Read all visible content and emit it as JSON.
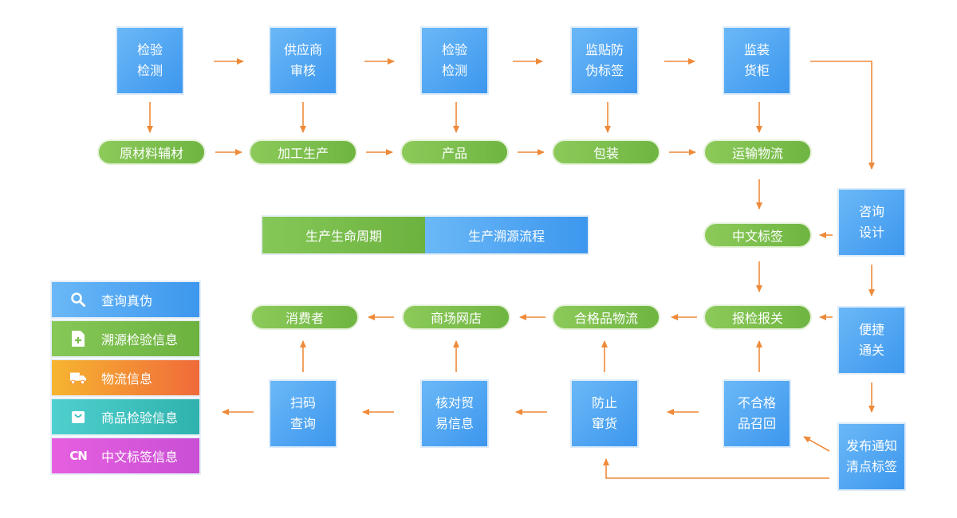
{
  "top_row": [
    {
      "id": "b1",
      "label": "检验\n检测"
    },
    {
      "id": "b2",
      "label": "供应商\n审核"
    },
    {
      "id": "b3",
      "label": "检验\n检测"
    },
    {
      "id": "b4",
      "label": "监贴防\n伪标签"
    },
    {
      "id": "b5",
      "label": "监装\n货柜"
    }
  ],
  "pill_row1": [
    "原材料辅材",
    "加工生产",
    "产品",
    "包装",
    "运输物流"
  ],
  "middle": {
    "chinese_label": "中文标签",
    "consult": "咨询\n设计"
  },
  "pill_row2": [
    "消费者",
    "商场网店",
    "合格品物流",
    "报检报关"
  ],
  "right_column": {
    "customs": "便捷\n通关",
    "notice": "发布通知\n清点标签"
  },
  "bottom_row": [
    {
      "id": "c1",
      "label": "扫码\n查询"
    },
    {
      "id": "c2",
      "label": "核对贸\n易信息"
    },
    {
      "id": "c3",
      "label": "防止\n窜货"
    },
    {
      "id": "c4",
      "label": "不合格\n品召回"
    }
  ],
  "center_legend": {
    "green": "生产生命周期",
    "blue": "生产溯源流程"
  },
  "side_legend": [
    {
      "label": "查询真伪",
      "icon": "search-icon"
    },
    {
      "label": "溯源检验信息",
      "icon": "document-plus-icon"
    },
    {
      "label": "物流信息",
      "icon": "truck-icon"
    },
    {
      "label": "商品检验信息",
      "icon": "shopping-bag-icon"
    },
    {
      "label": "中文标签信息",
      "icon": "cn-icon",
      "glyph": "CN"
    }
  ],
  "colors": {
    "arrow": "#ee8a3a",
    "blue": "#3d97ee",
    "green": "#6fb542"
  }
}
